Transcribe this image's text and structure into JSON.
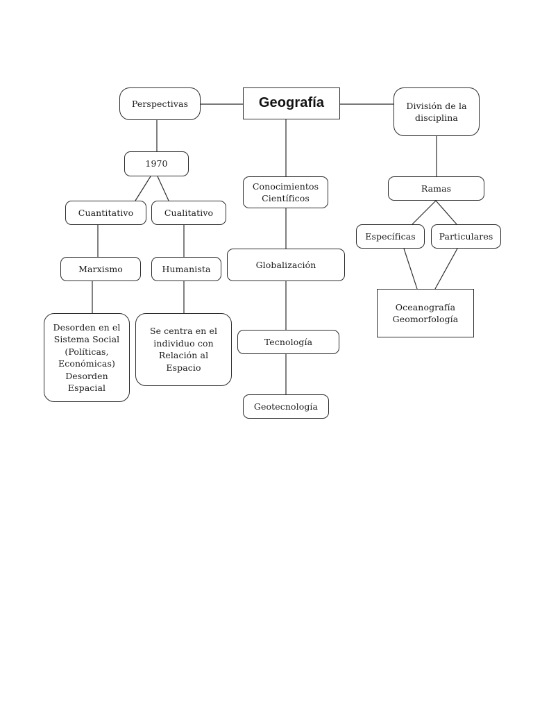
{
  "diagram": {
    "root": {
      "id": "geografia",
      "label": "Geografía"
    },
    "nodes": {
      "perspectivas": {
        "label": "Perspectivas"
      },
      "division": {
        "label": "División de la\ndisciplina"
      },
      "n1970": {
        "label": "1970"
      },
      "cuantitativo": {
        "label": "Cuantitativo"
      },
      "cualitativo": {
        "label": "Cualitativo"
      },
      "marxismo": {
        "label": "Marxismo"
      },
      "humanista": {
        "label": "Humanista"
      },
      "desorden": {
        "label": "Desorden en el\nSistema Social\n(Políticas,\nEconómicas)\nDesorden\nEspacial"
      },
      "secentra": {
        "label": "Se centra en el\nindividuo con\nRelación al\nEspacio"
      },
      "conocimientos": {
        "label": "Conocimientos\nCientíficos"
      },
      "globalizacion": {
        "label": "Globalización"
      },
      "tecnologia": {
        "label": "Tecnología"
      },
      "geotecnologia": {
        "label": "Geotecnología"
      },
      "ramas": {
        "label": "Ramas"
      },
      "especificas": {
        "label": "Específicas"
      },
      "particulares": {
        "label": "Particulares"
      },
      "oceanografia": {
        "label": "Oceanografía\nGeomorfología"
      }
    },
    "edges": [
      [
        "geografia",
        "perspectivas"
      ],
      [
        "geografia",
        "division"
      ],
      [
        "geografia",
        "conocimientos"
      ],
      [
        "perspectivas",
        "n1970"
      ],
      [
        "n1970",
        "cuantitativo"
      ],
      [
        "n1970",
        "cualitativo"
      ],
      [
        "cuantitativo",
        "marxismo"
      ],
      [
        "cualitativo",
        "humanista"
      ],
      [
        "marxismo",
        "desorden"
      ],
      [
        "humanista",
        "secentra"
      ],
      [
        "conocimientos",
        "globalizacion"
      ],
      [
        "globalizacion",
        "tecnologia"
      ],
      [
        "tecnologia",
        "geotecnologia"
      ],
      [
        "division",
        "ramas"
      ],
      [
        "ramas",
        "especificas"
      ],
      [
        "ramas",
        "particulares"
      ],
      [
        "especificas",
        "oceanografia"
      ],
      [
        "particulares",
        "oceanografia"
      ]
    ]
  }
}
